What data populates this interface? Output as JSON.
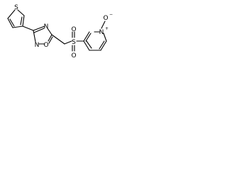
{
  "molecule": {
    "atoms": {
      "S_thiophene": "S",
      "O_oxadiazole": "O",
      "N_oxadiazole_top": "N",
      "N_oxadiazole_bottom": "N",
      "S_sulfonyl": "S",
      "O_sulfonyl_top": "O",
      "O_sulfonyl_bottom": "O",
      "N_pyridine": "N",
      "O_noxide": "O"
    },
    "charges": {
      "N_pyridine": "+",
      "O_noxide": "−"
    }
  }
}
